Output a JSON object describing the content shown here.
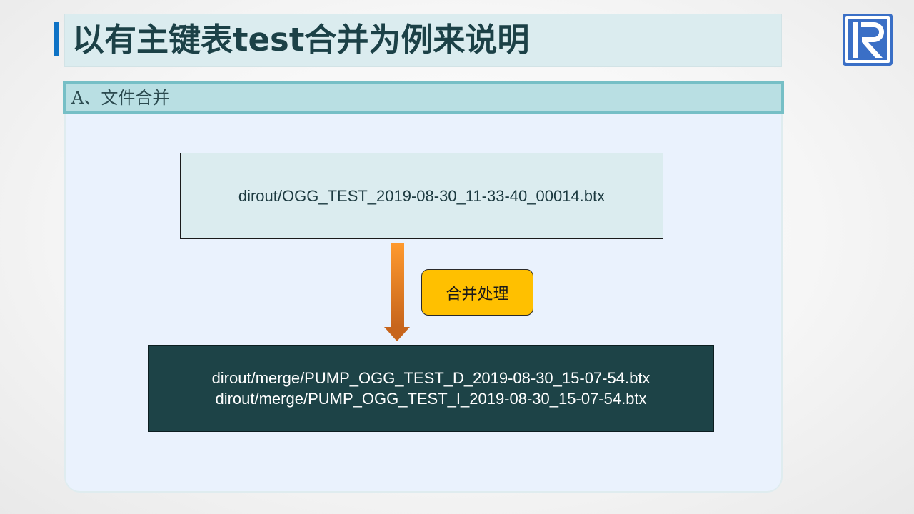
{
  "slide": {
    "title": "以有主键表test合并为例来说明",
    "logo_icon": "rq-logo-icon",
    "accent_color": "#0e72c5"
  },
  "section": {
    "header": "A、文件合并"
  },
  "diagram": {
    "source_file": "dirout/OGG_TEST_2019-08-30_11-33-40_00014.btx",
    "arrow_icon": "down-arrow-icon",
    "process_label": "合并处理",
    "output_files": [
      "dirout/merge/PUMP_OGG_TEST_D_2019-08-30_15-07-54.btx",
      "dirout/merge/PUMP_OGG_TEST_I_2019-08-30_15-07-54.btx"
    ],
    "colors": {
      "source_fill": "#dbecef",
      "process_fill": "#ffc000",
      "output_fill": "#1d4347",
      "arrow_top": "#ff9a2e",
      "arrow_bottom": "#c7651c"
    }
  }
}
